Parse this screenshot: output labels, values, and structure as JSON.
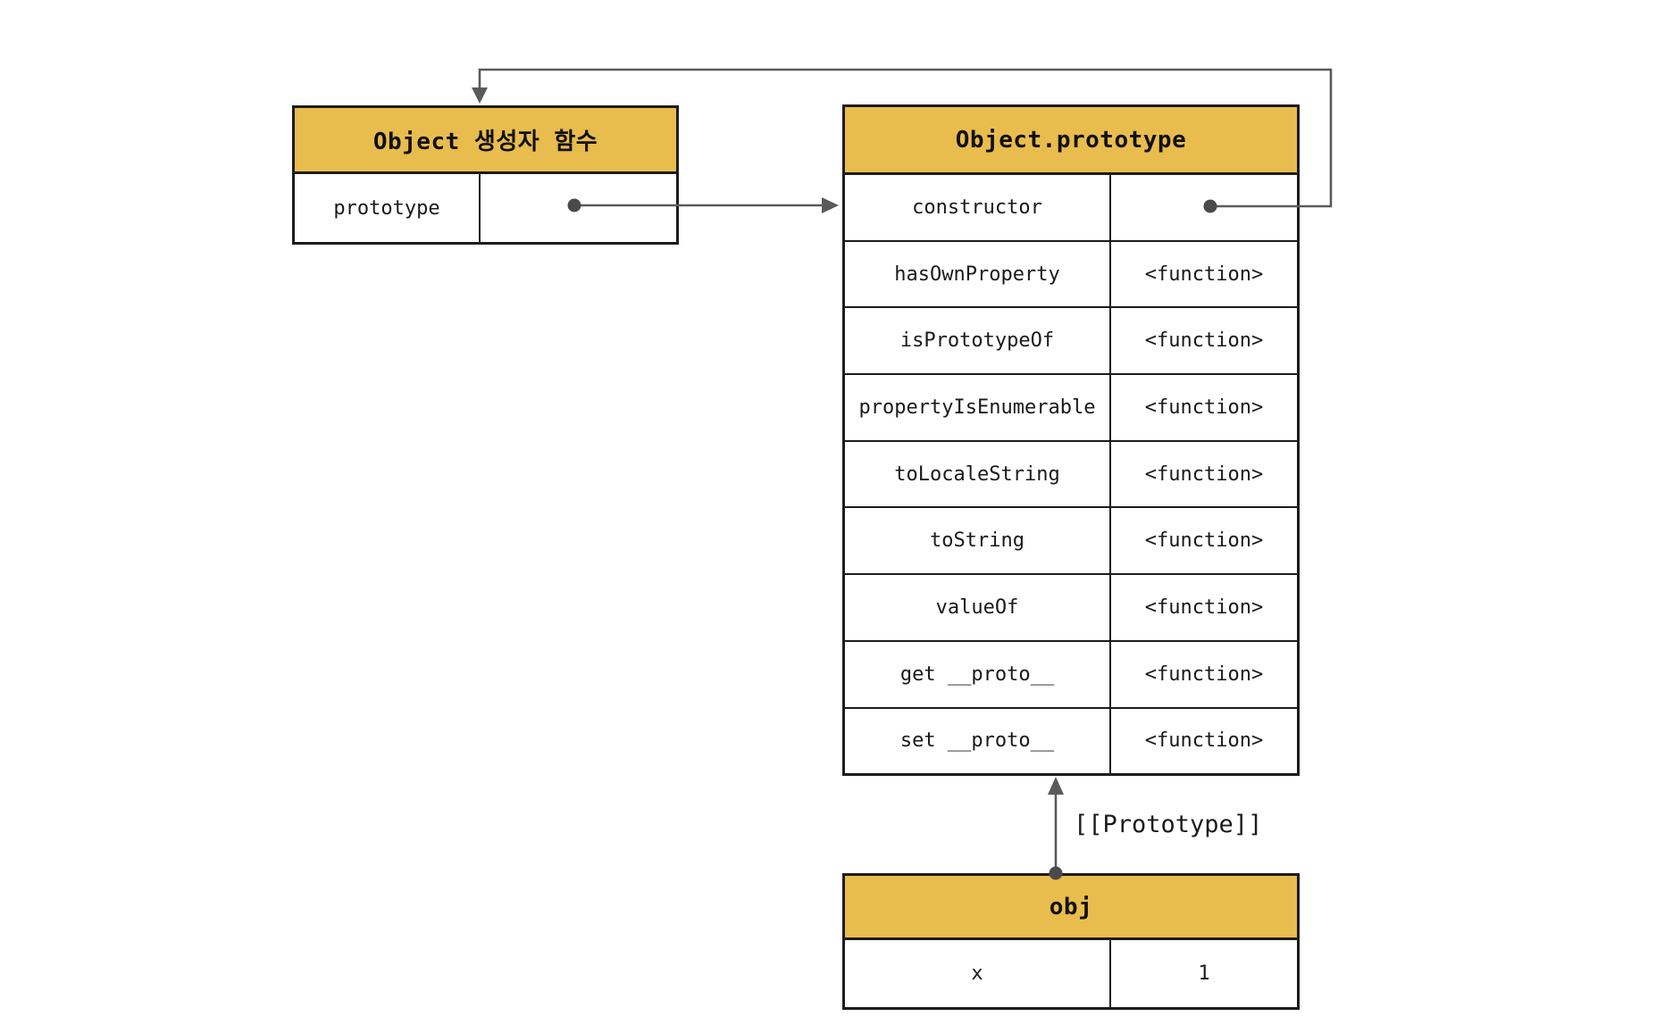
{
  "colors": {
    "header_fill": "#E9BC4E",
    "box_border": "#1c1c1c",
    "connector": "#595a5c",
    "text": "#141414"
  },
  "constructor_box": {
    "title": "Object 생성자 함수",
    "rows": [
      {
        "label": "prototype",
        "value": ""
      }
    ]
  },
  "prototype_box": {
    "title": "Object.prototype",
    "rows": [
      {
        "label": "constructor",
        "value": ""
      },
      {
        "label": "hasOwnProperty",
        "value": "<function>"
      },
      {
        "label": "isPrototypeOf",
        "value": "<function>"
      },
      {
        "label": "propertyIsEnumerable",
        "value": "<function>"
      },
      {
        "label": "toLocaleString",
        "value": "<function>"
      },
      {
        "label": "toString",
        "value": "<function>"
      },
      {
        "label": "valueOf",
        "value": "<function>"
      },
      {
        "label": "get __proto__",
        "value": "<function>"
      },
      {
        "label": "set __proto__",
        "value": "<function>"
      }
    ]
  },
  "obj_box": {
    "title": "obj",
    "rows": [
      {
        "label": "x",
        "value": "1"
      }
    ]
  },
  "annotations": {
    "prototype_link_label": "[[Prototype]]"
  }
}
